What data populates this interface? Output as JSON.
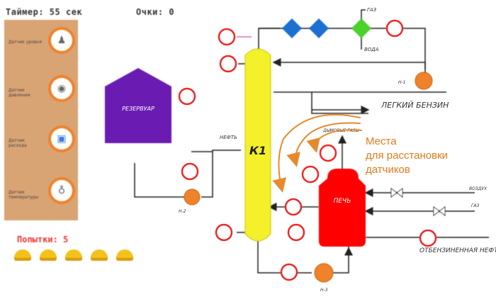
{
  "hud": {
    "timer": "Таймер: 55 сек",
    "score": "Очки: 0"
  },
  "sidebar": {
    "items": [
      {
        "label": "Датчик уровня",
        "icon": "level-sensor-icon"
      },
      {
        "label": "Датчик давления",
        "icon": "pressure-gauge-icon"
      },
      {
        "label": "Датчик расхода",
        "icon": "flow-meter-icon"
      },
      {
        "label": "Датчик температуры",
        "icon": "thermometer-icon"
      }
    ]
  },
  "attempts": {
    "text": "Попытки: 5",
    "count": 5
  },
  "scheme": {
    "tank_label": "РЕЗЕРВУАР",
    "column_label": "К1",
    "furnace_label": "ПЕЧЬ",
    "oil_label": "НЕФТЬ",
    "flue_gas_label": "ДЫМОВЫЕ ГАЗЫ",
    "light_gasoline_label": "ЛЕГКИЙ БЕНЗИН",
    "gas_label_top": "ГАЗ",
    "water_label": "ВОДА",
    "air_label": "ВОЗДУХ",
    "gas_label_right": "ГАЗ",
    "stripped_oil_label": "ОТБЕНЗИНЕННАЯ НЕФТЬ",
    "pump_label": "Н-1",
    "pump2_label": "Н-2",
    "pump3_label": "Н-3"
  },
  "callout": {
    "line1": "Места",
    "line2": "для расстановки",
    "line3": "датчиков"
  },
  "colors": {
    "accent": "#f0822a",
    "sidebar": "#d9a474",
    "column": "#f4f02a",
    "furnace": "#ff0000",
    "tank": "#6a1fb2"
  }
}
